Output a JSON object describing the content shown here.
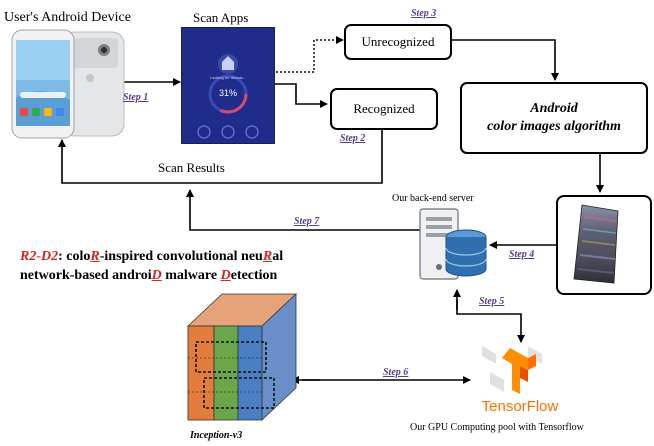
{
  "labels": {
    "device": "User's Android Device",
    "scan_apps": "Scan Apps",
    "scan_results": "Scan Results",
    "backend": "Our back-end server",
    "gpu_pool": "Our GPU Computing pool with Tensorflow",
    "inception": "Inception-v3"
  },
  "boxes": {
    "unrecognized": "Unrecognized",
    "recognized": "Recognized",
    "algorithm_line1": "Android",
    "algorithm_line2": "color images algorithm"
  },
  "steps": {
    "s1": "Step 1",
    "s2": "Step 2",
    "s3": "Step 3",
    "s4": "Step 4",
    "s5": "Step 5",
    "s6": "Step 6",
    "s7": "Step 7"
  },
  "title": {
    "prefix": "R2-D2",
    "colon_text": ": colo",
    "r1": "R",
    "mid1": "-inspired convolutional neu",
    "r2": "R",
    "end1": "al",
    "line2a": "network-based androi",
    "d1": "D",
    "line2b": " malware ",
    "d2": "D",
    "line2c": "etection"
  },
  "tensorflow_text": "TensorFlow",
  "phone_screen": {
    "percent": "31%",
    "status": "Looking for threats..."
  },
  "colors": {
    "step_text": "#5a3e8c",
    "title_red": "#d62222",
    "tf_orange": "#ff6f00",
    "server_blue": "#2f6fb0"
  }
}
